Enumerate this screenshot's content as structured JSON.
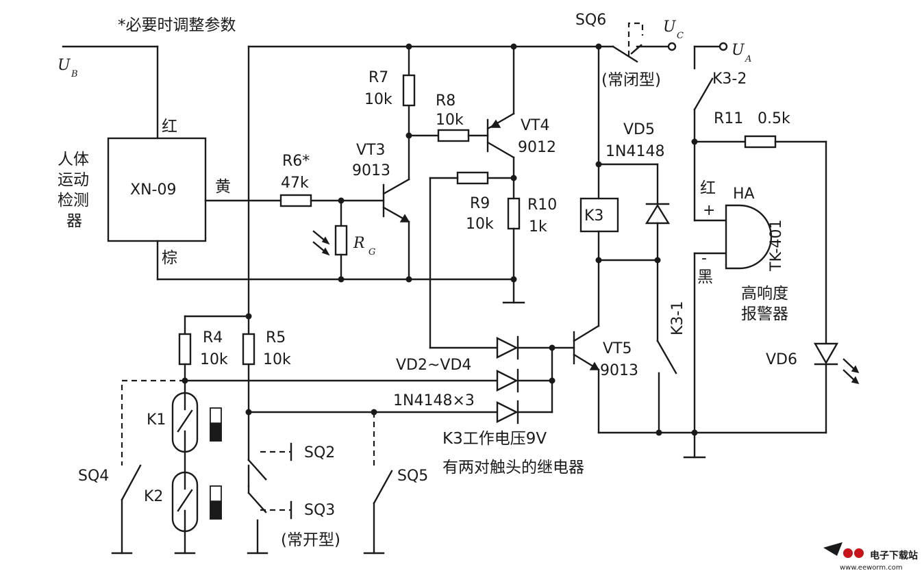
{
  "note": "*必要时调整参数",
  "nodes": {
    "ub": "U",
    "ub_sub": "B",
    "uc": "U",
    "uc_sub": "C",
    "ua": "U",
    "ua_sub": "A"
  },
  "sensor": {
    "name_lines": [
      "人体",
      "运动",
      "检测",
      "器"
    ],
    "model": "XN-09",
    "wire_red": "红",
    "wire_yellow": "黄",
    "wire_brown": "棕"
  },
  "components": {
    "r4": {
      "ref": "R4",
      "val": "10k"
    },
    "r5": {
      "ref": "R5",
      "val": "10k"
    },
    "r6": {
      "ref": "R6*",
      "val": "47k"
    },
    "r7": {
      "ref": "R7",
      "val": "10k"
    },
    "r8": {
      "ref": "R8",
      "val": "10k"
    },
    "r9": {
      "ref": "R9",
      "val": "10k"
    },
    "r10": {
      "ref": "R10",
      "val": "1k"
    },
    "r11": {
      "ref": "R11",
      "val": "0.5k"
    },
    "rg": {
      "ref": "R",
      "sub": "G"
    },
    "vt3": {
      "ref": "VT3",
      "val": "9013"
    },
    "vt4": {
      "ref": "VT4",
      "val": "9012"
    },
    "vt5": {
      "ref": "VT5",
      "val": "9013"
    },
    "vd5": {
      "ref": "VD5",
      "val": "1N4148"
    },
    "vd24": {
      "ref": "VD2~VD4",
      "val": "1N4148×3"
    },
    "vd6": {
      "ref": "VD6"
    },
    "k3": {
      "ref": "K3",
      "c1": "K3-1",
      "c2": "K3-2"
    },
    "k1": {
      "ref": "K1"
    },
    "k2": {
      "ref": "K2"
    },
    "sq2": "SQ2",
    "sq3": "SQ3",
    "sq4": "SQ4",
    "sq5": "SQ5",
    "sq6": "SQ6",
    "sq6_type": "(常闭型)",
    "sq3_type": "(常开型)"
  },
  "alarm": {
    "ref": "HA",
    "model": "TK-401",
    "red": "红",
    "plus": "+",
    "minus": "-",
    "black": "黑",
    "desc_line1": "高响度",
    "desc_line2": "报警器"
  },
  "relay_note": {
    "line1": "K3工作电压9V",
    "line2": "有两对触头的继电器"
  },
  "watermark": {
    "brand": "电子下载站",
    "url": "www.eeworm.com"
  }
}
